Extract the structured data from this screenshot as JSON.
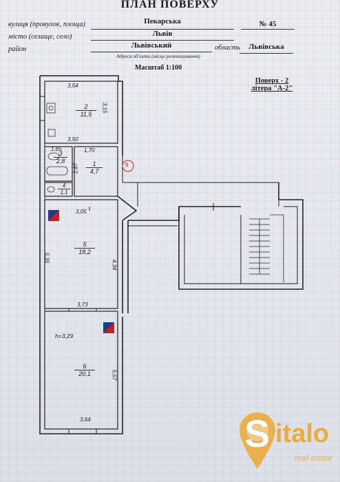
{
  "header": {
    "title": "ПЛАН ПОВЕРХУ",
    "street_label": "вулиця (провулок, площа)",
    "street_value": "Пекарська",
    "number_value": "№ 45",
    "city_label": "місто (селище, село)",
    "city_value": "Львів",
    "district_label": "район",
    "district_value": "Львівський",
    "region_label": "область",
    "region_value": "Львівська",
    "address_caption": "Адреса об'єкта (місце розташування)"
  },
  "scale": "Масштаб 1:100",
  "floor": {
    "floor_label": "Поверх - 2",
    "letter_label": "літера \"А-2\""
  },
  "rooms": [
    {
      "id": "2",
      "area": "11,5"
    },
    {
      "id": "3",
      "area": "2,8"
    },
    {
      "id": "1",
      "area": "4,7"
    },
    {
      "id": "4",
      "area": "1,1"
    },
    {
      "id": "5",
      "area": "18,2"
    },
    {
      "id": "6",
      "area": "20,1"
    }
  ],
  "dimensions": [
    "3,54",
    "3,15",
    "3,50",
    "1,65",
    "1,70",
    "2,87",
    "3,05",
    "5,35",
    "4,34",
    "3,73",
    "5,57",
    "3,64"
  ],
  "height_note": "h=3,29",
  "marker": "9",
  "logo": {
    "initial": "S",
    "name": "italo",
    "tagline": "real estate",
    "primary_color": "#f0a21e"
  }
}
